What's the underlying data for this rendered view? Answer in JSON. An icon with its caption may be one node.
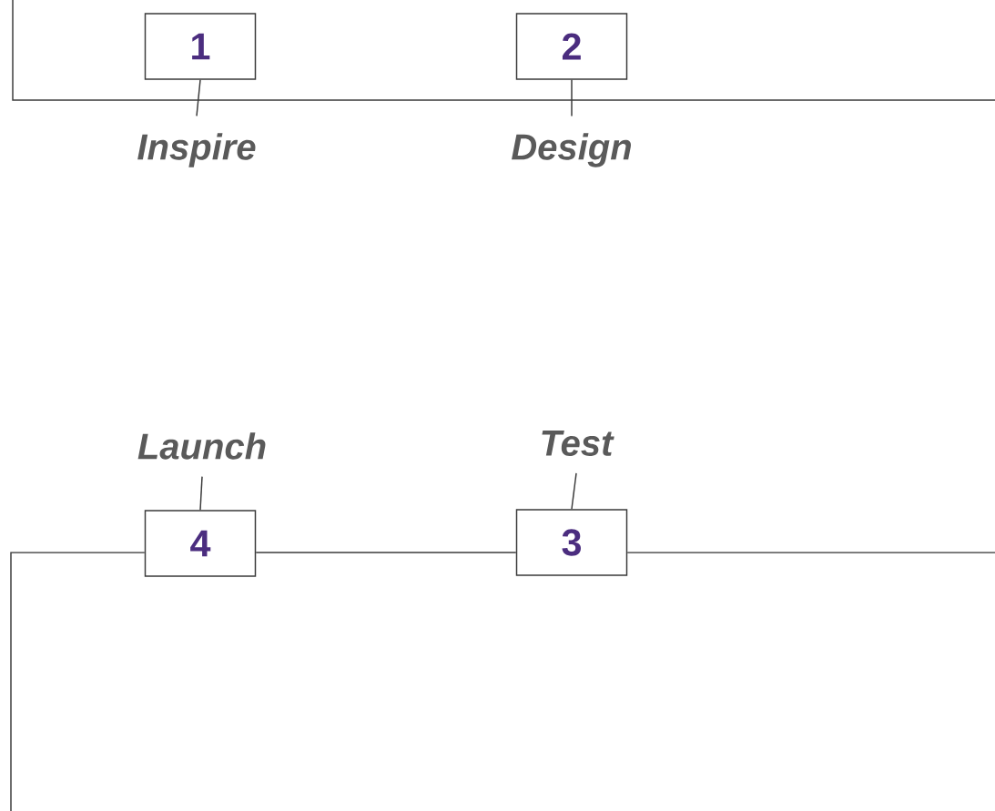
{
  "diagram": {
    "nodes": [
      {
        "text": [
          "1"
        ]
      },
      {
        "text": [
          "2"
        ]
      },
      {
        "text": [
          "Inspire"
        ]
      },
      {
        "text": [
          "Design"
        ]
      },
      {
        "text": [
          "Launch"
        ]
      },
      {
        "text": [
          "Test"
        ]
      },
      {
        "text": [
          "4"
        ]
      },
      {
        "text": [
          "3"
        ]
      }
    ],
    "edges": [
      {
        "from": 0,
        "to": 2,
        "arrow": "none"
      },
      {
        "from": 1,
        "to": 3,
        "arrow": "none"
      },
      {
        "from": 6,
        "to": 4,
        "arrow": "none"
      },
      {
        "from": 7,
        "to": 5,
        "arrow": "none"
      },
      {
        "from": 6,
        "to": 7,
        "arrow": "none"
      },
      {
        "from": 6,
        "to": null,
        "arrow": "none"
      },
      {
        "from": 7,
        "to": null,
        "arrow": "none"
      }
    ]
  }
}
